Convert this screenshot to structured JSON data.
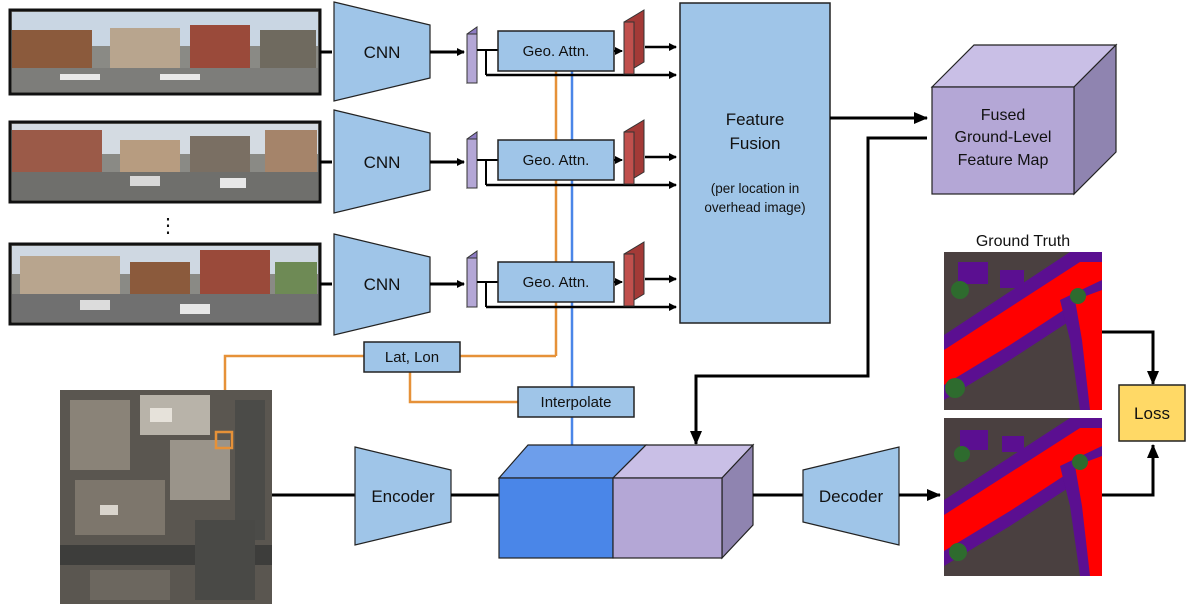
{
  "diagram": {
    "cnn_labels": [
      "CNN",
      "CNN",
      "CNN"
    ],
    "geo_attn_labels": [
      "Geo. Attn.",
      "Geo. Attn.",
      "Geo. Attn."
    ],
    "ellipsis": "⋮",
    "feature_fusion": {
      "title_line1": "Feature",
      "title_line2": "Fusion",
      "sub_line1": "(per location in",
      "sub_line2": "overhead image)"
    },
    "fused_map": {
      "line1": "Fused",
      "line2": "Ground-Level",
      "line3": "Feature Map"
    },
    "lat_lon": "Lat, Lon",
    "interpolate": "Interpolate",
    "encoder": "Encoder",
    "decoder": "Decoder",
    "ground_truth": "Ground Truth",
    "loss": "Loss"
  },
  "colors": {
    "blue_box": "#9fc5e8",
    "purple_box": "#b4a7d6",
    "red_block": "#c0504d",
    "orange_line": "#e69138",
    "blue_line": "#4a86e8",
    "loss_box": "#ffd966",
    "cube_blue": "#4a86e8",
    "segmentation_red": "#ff0000",
    "segmentation_purple": "#5b0f91",
    "segmentation_gray": "#4a4040",
    "segmentation_green": "#2e6b2e"
  }
}
